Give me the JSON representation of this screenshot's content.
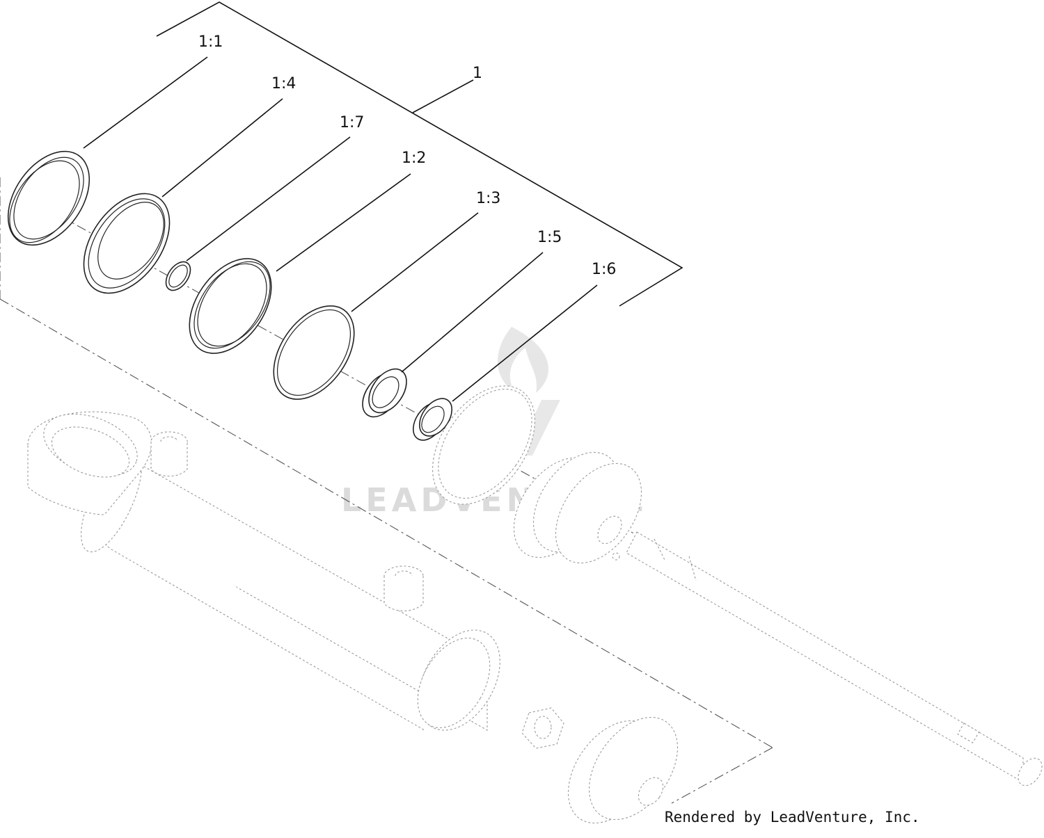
{
  "diagram": {
    "callouts": {
      "assembly": "1",
      "ring_1_1": "1:1",
      "ring_1_4": "1:4",
      "ring_1_7": "1:7",
      "ring_1_2": "1:2",
      "ring_1_3": "1:3",
      "ring_1_5": "1:5",
      "ring_1_6": "1:6"
    },
    "watermark": "LEADVENTURE",
    "credit": "Rendered by LeadVenture, Inc."
  }
}
